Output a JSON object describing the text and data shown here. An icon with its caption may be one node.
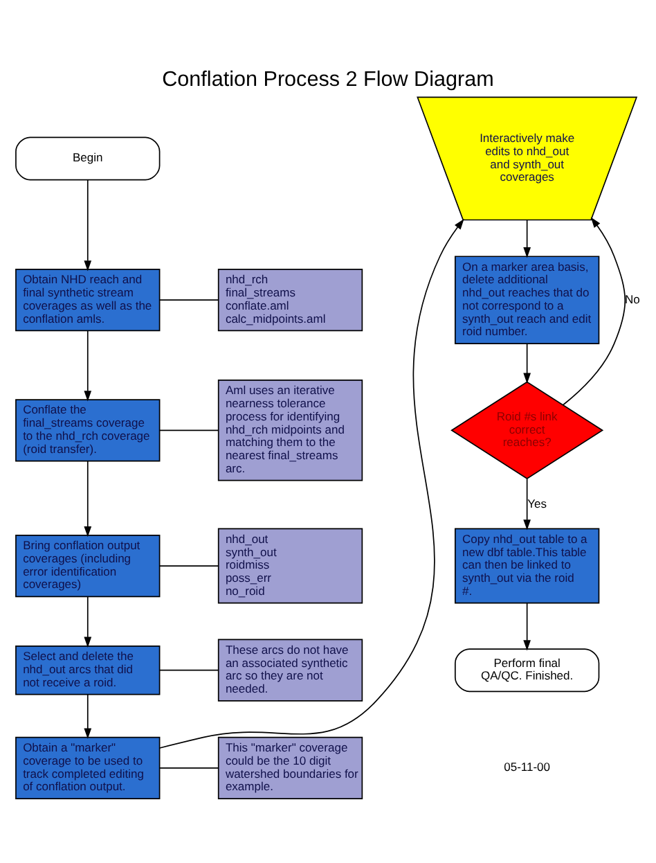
{
  "diagram": {
    "title": "Conflation Process 2 Flow Diagram",
    "nodes": [
      {
        "text": [
          "Begin"
        ]
      },
      {
        "text": [
          "Obtain NHD reach and final synthetic stream coverages as well as the conflation amls."
        ]
      },
      {
        "text": [
          "nhd_rch",
          "final_streams",
          "conflate.aml",
          "calc_midpoints.aml"
        ]
      },
      {
        "text": [
          "Conflate the final_streams coverage to the nhd_rch coverage (roid transfer)."
        ]
      },
      {
        "text": [
          "Aml uses an iterative nearness tolerance process for identifying nhd_rch midpoints and matching them to the nearest final_streams arc."
        ]
      },
      {
        "text": [
          "Bring conflation output coverages (including error identification coverages)"
        ]
      },
      {
        "text": [
          "nhd_out",
          "synth_out",
          "roidmiss",
          "poss_err",
          "no_roid"
        ]
      },
      {
        "text": [
          "Select and delete the nhd_out arcs that did not receive a roid."
        ]
      },
      {
        "text": [
          "These arcs do not have an associated synthetic arc so they are not needed."
        ]
      },
      {
        "text": [
          "Obtain a \"marker\" coverage to be used to track completed editing of conflation output."
        ]
      },
      {
        "text": [
          "This \"marker\" coverage could be the 10 digit watershed boundaries for example."
        ]
      },
      {
        "text": [
          "Interactively make edits to nhd_out and synth_out coverages"
        ]
      },
      {
        "text": [
          "On a marker area basis, delete additional nhd_out reaches that do not correspond to a synth_out reach and edit roid number."
        ]
      },
      {
        "text": [
          "Roid #s link correct reaches?"
        ]
      },
      {
        "text": [
          "Copy nhd_out table to a new dbf table.This table can then be linked to synth_out via the roid #."
        ]
      },
      {
        "text": [
          "Perform final QA/QC. Finished."
        ]
      }
    ],
    "edges": [
      {
        "from": 0,
        "to": 1,
        "arrow": "to"
      },
      {
        "from": 1,
        "to": 2,
        "arrow": "none"
      },
      {
        "from": 1,
        "to": 3,
        "arrow": "to"
      },
      {
        "from": 3,
        "to": 4,
        "arrow": "none"
      },
      {
        "from": 3,
        "to": 5,
        "arrow": "to"
      },
      {
        "from": 5,
        "to": 6,
        "arrow": "none"
      },
      {
        "from": 5,
        "to": 7,
        "arrow": "to"
      },
      {
        "from": 7,
        "to": 8,
        "arrow": "none"
      },
      {
        "from": 7,
        "to": 9,
        "arrow": "to"
      },
      {
        "from": 9,
        "to": 10,
        "arrow": "none"
      },
      {
        "from": 9,
        "to": 11,
        "arrow": "to"
      },
      {
        "from": 11,
        "to": 12,
        "arrow": "to"
      },
      {
        "from": 12,
        "to": 13,
        "arrow": "to"
      },
      {
        "from": 13,
        "to": 11,
        "label": "No",
        "arrow": "to"
      },
      {
        "from": 13,
        "to": 14,
        "label": "Yes",
        "arrow": "to"
      },
      {
        "from": 14,
        "to": 15,
        "arrow": "to"
      }
    ],
    "labels": [
      "05-11-00"
    ]
  }
}
